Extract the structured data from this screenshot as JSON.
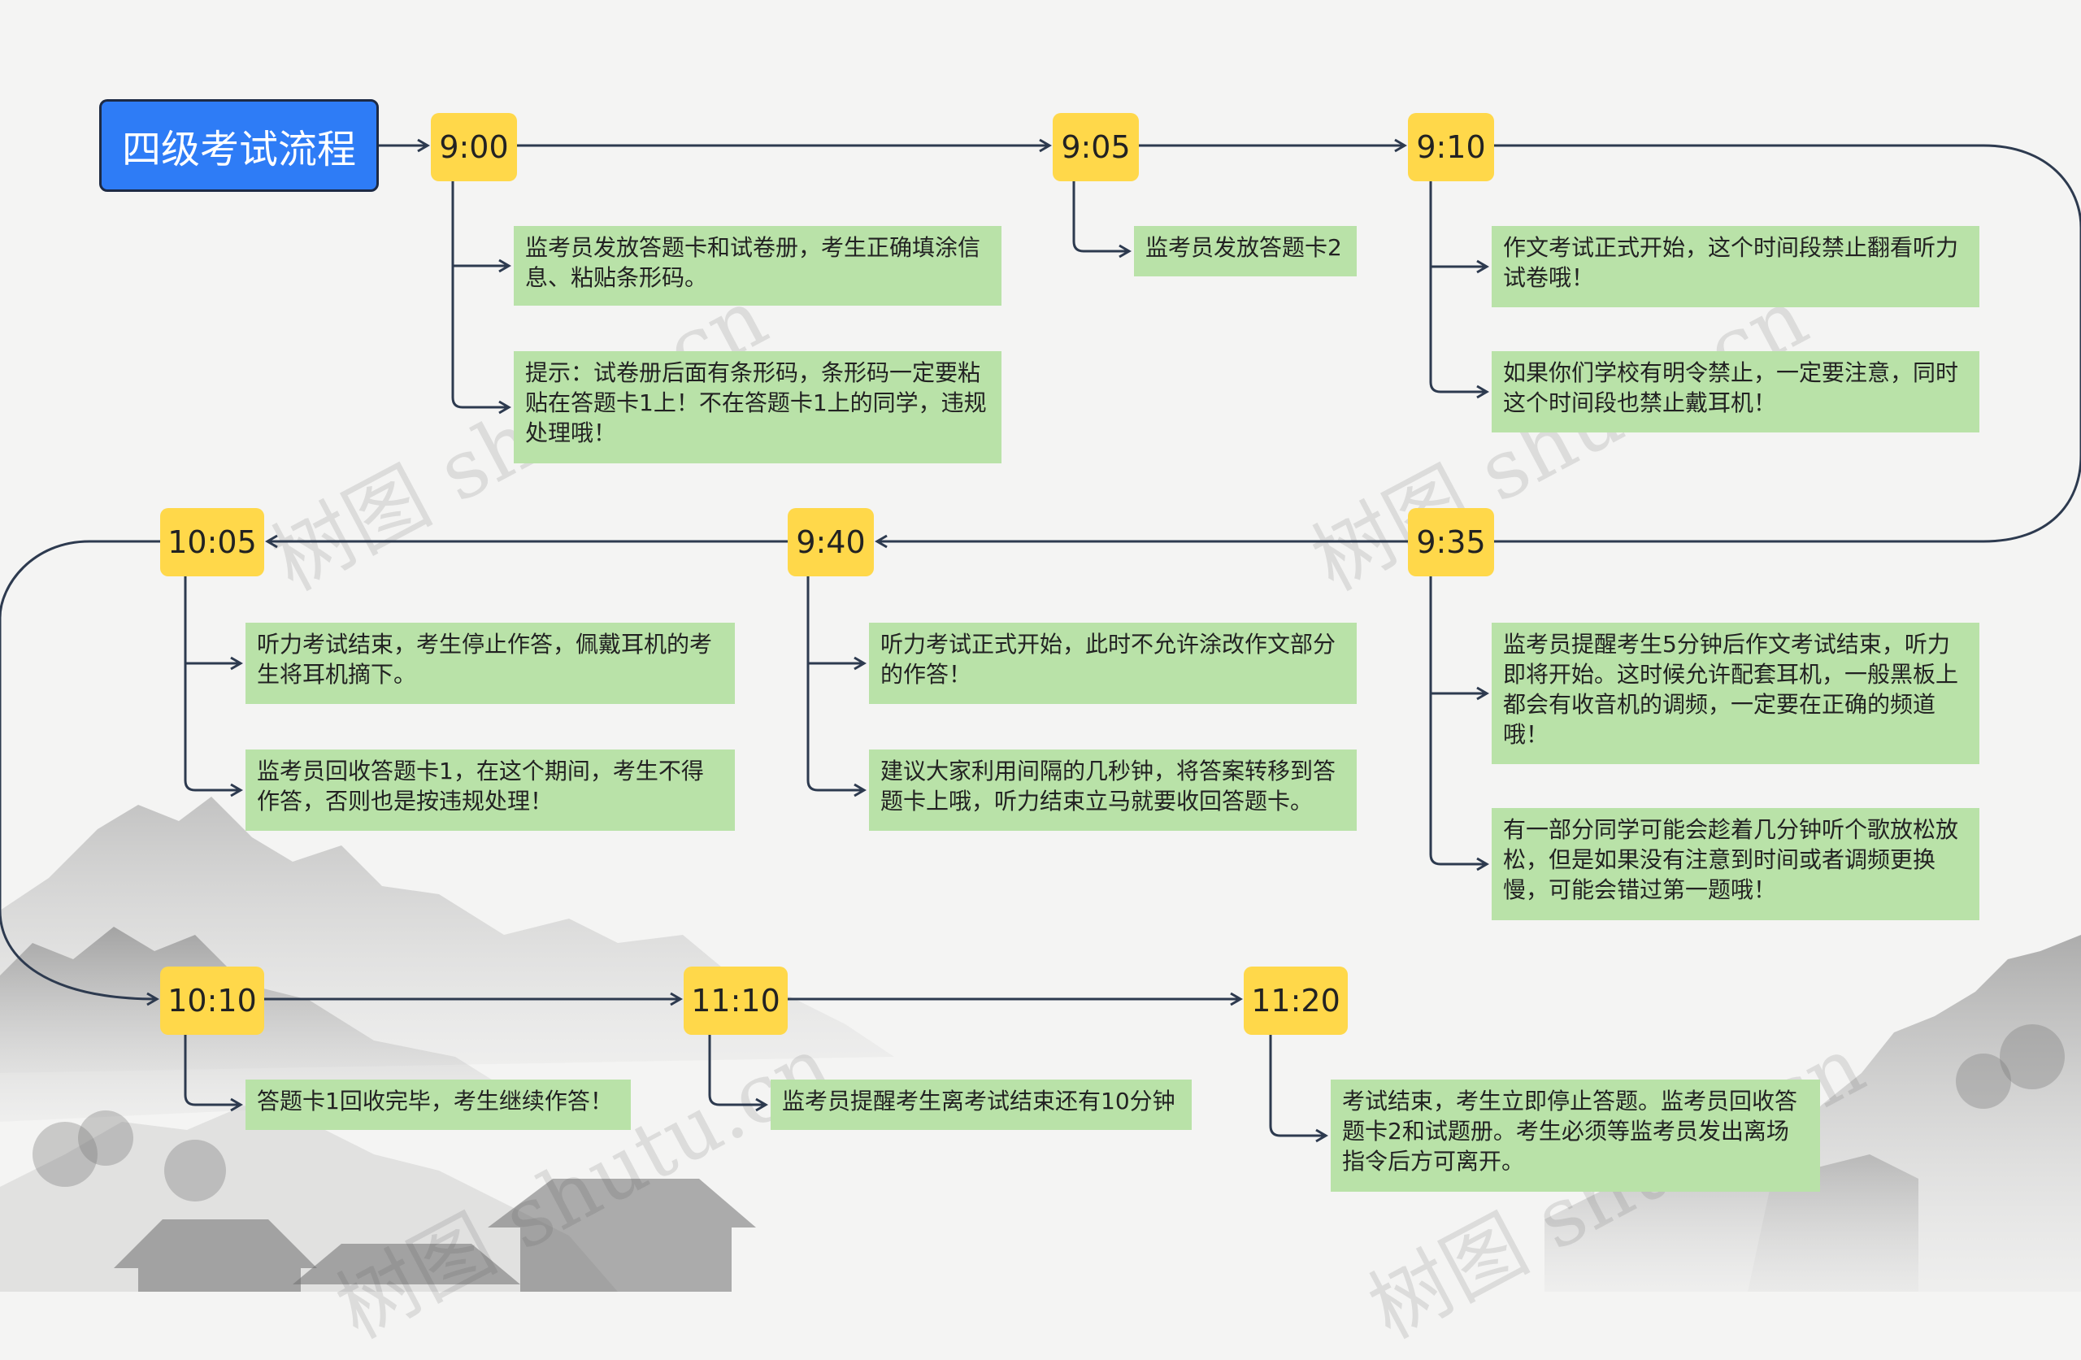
{
  "title": "四级考试流程",
  "watermark": "树图 shutu.cn",
  "colors": {
    "root": "#2e7cf6",
    "time_node": "#ffd84a",
    "note": "#b9e2a8",
    "line": "#2d3a4f"
  },
  "timeline": [
    {
      "time": "9:00",
      "notes": [
        "监考员发放答题卡和试卷册，考生正确填涂信息、粘贴条形码。",
        "提示：试卷册后面有条形码，条形码一定要粘贴在答题卡1上！不在答题卡1上的同学，违规处理哦！"
      ]
    },
    {
      "time": "9:05",
      "notes": [
        "监考员发放答题卡2"
      ]
    },
    {
      "time": "9:10",
      "notes": [
        "作文考试正式开始，这个时间段禁止翻看听力试卷哦！",
        "如果你们学校有明令禁止，一定要注意，同时这个时间段也禁止戴耳机！"
      ]
    },
    {
      "time": "9:35",
      "notes": [
        "监考员提醒考生5分钟后作文考试结束，听力即将开始。这时候允许配套耳机，一般黑板上都会有收音机的调频，一定要在正确的频道哦！",
        "有一部分同学可能会趁着几分钟听个歌放松放松，但是如果没有注意到时间或者调频更换慢，可能会错过第一题哦！"
      ]
    },
    {
      "time": "9:40",
      "notes": [
        "听力考试正式开始，此时不允许涂改作文部分的作答！",
        "建议大家利用间隔的几秒钟，将答案转移到答题卡上哦，听力结束立马就要收回答题卡。"
      ]
    },
    {
      "time": "10:05",
      "notes": [
        "听力考试结束，考生停止作答，佩戴耳机的考生将耳机摘下。",
        "监考员回收答题卡1，在这个期间，考生不得作答，否则也是按违规处理！"
      ]
    },
    {
      "time": "10:10",
      "notes": [
        "答题卡1回收完毕，考生继续作答！"
      ]
    },
    {
      "time": "11:10",
      "notes": [
        "监考员提醒考生离考试结束还有10分钟"
      ]
    },
    {
      "time": "11:20",
      "notes": [
        "考试结束，考生立即停止答题。监考员回收答题卡2和试题册。考生必须等监考员发出离场指令后方可离开。"
      ]
    }
  ]
}
